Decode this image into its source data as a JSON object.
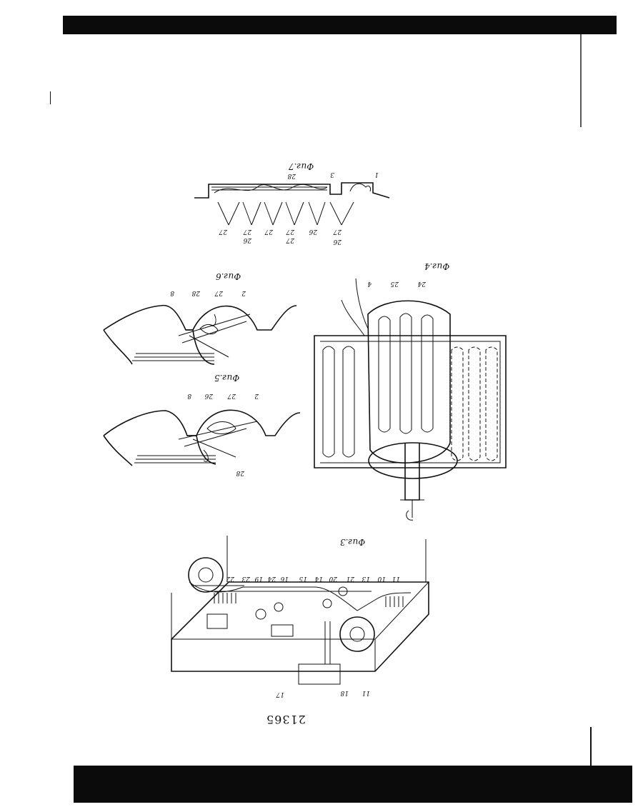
{
  "document": {
    "number": "21365",
    "orientation": "rotated 180 degrees"
  },
  "figures": {
    "fig3": {
      "caption": "Фиг.3",
      "labels": [
        "17",
        "18",
        "11",
        "22",
        "23",
        "19",
        "24",
        "16",
        "15",
        "14",
        "20",
        "21",
        "13",
        "10",
        "11"
      ]
    },
    "fig4": {
      "caption": "Фиг.4",
      "labels": [
        "4",
        "25",
        "24"
      ]
    },
    "fig5": {
      "caption": "Фиг.5",
      "labels": [
        "8",
        "26",
        "27",
        "2",
        "28"
      ]
    },
    "fig6": {
      "caption": "Фиг.6",
      "labels": [
        "8",
        "28",
        "27",
        "2"
      ]
    },
    "fig7": {
      "caption": "Фиг.7",
      "labels": [
        "28",
        "3",
        "1",
        "27",
        "27",
        "26",
        "27",
        "27",
        "26",
        "27",
        "27",
        "26"
      ]
    }
  }
}
